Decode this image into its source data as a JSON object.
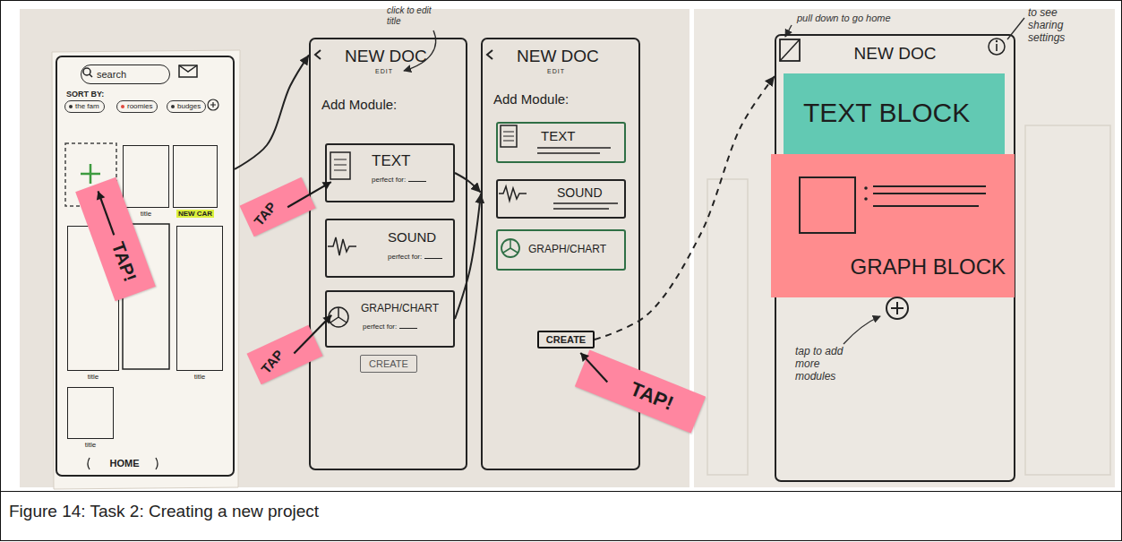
{
  "diagram": {
    "caption": "Figure 14: Task 2: Creating a new project",
    "nodes": [
      {
        "text": [
          "SORT BY:",
          "HOME"
        ]
      },
      {
        "text": [
          "search"
        ],
        "in": 0
      },
      {
        "text": [
          "the fam"
        ],
        "in": 0
      },
      {
        "text": [
          "roomies"
        ],
        "in": 0
      },
      {
        "text": [
          "budges"
        ],
        "in": 0
      },
      {
        "text": [
          "title"
        ],
        "in": 0
      },
      {
        "text": [
          "NEW CAR"
        ],
        "in": 0
      },
      {
        "text": [
          "title"
        ],
        "in": 0
      },
      {
        "text": [
          "title"
        ],
        "in": 0
      },
      {
        "text": [
          "title"
        ],
        "in": 0
      },
      {
        "text": [
          "TAP!"
        ]
      },
      {
        "text": [
          "NEW DOC",
          "EDIT",
          "Add Module:"
        ]
      },
      {
        "text": [
          "TEXT",
          "perfect for:"
        ],
        "in": 11
      },
      {
        "text": [
          "SOUND",
          "perfect for:"
        ],
        "in": 11
      },
      {
        "text": [
          "GRAPH/CHART",
          "perfect for:"
        ],
        "in": 11
      },
      {
        "text": [
          "CREATE"
        ],
        "in": 11
      },
      {
        "text": [
          "TAP"
        ]
      },
      {
        "text": [
          "TAP"
        ]
      },
      {
        "text": [
          "NEW DOC",
          "EDIT",
          "Add Module:"
        ]
      },
      {
        "text": [
          "TEXT"
        ],
        "in": 18
      },
      {
        "text": [
          "SOUND"
        ],
        "in": 18
      },
      {
        "text": [
          "GRAPH/CHART"
        ],
        "in": 18
      },
      {
        "text": [
          "CREATE"
        ],
        "in": 18
      },
      {
        "text": [
          "TAP!"
        ]
      },
      {
        "text": [
          "NEW DOC"
        ]
      },
      {
        "text": [
          "TEXT BLOCK"
        ],
        "in": 24
      },
      {
        "text": [
          "GRAPH BLOCK"
        ],
        "in": 24
      }
    ],
    "edges": [
      {
        "from": 0,
        "to": 11,
        "arrow": "to"
      },
      {
        "from": 12,
        "to": 18,
        "arrow": "to"
      },
      {
        "from": 14,
        "to": 18,
        "arrow": "to"
      },
      {
        "from": 22,
        "to": 24,
        "arrow": "to"
      }
    ],
    "labels": [
      "click to edit title",
      "pull down to go home",
      "to see sharing settings",
      "tap to add more modules"
    ]
  }
}
